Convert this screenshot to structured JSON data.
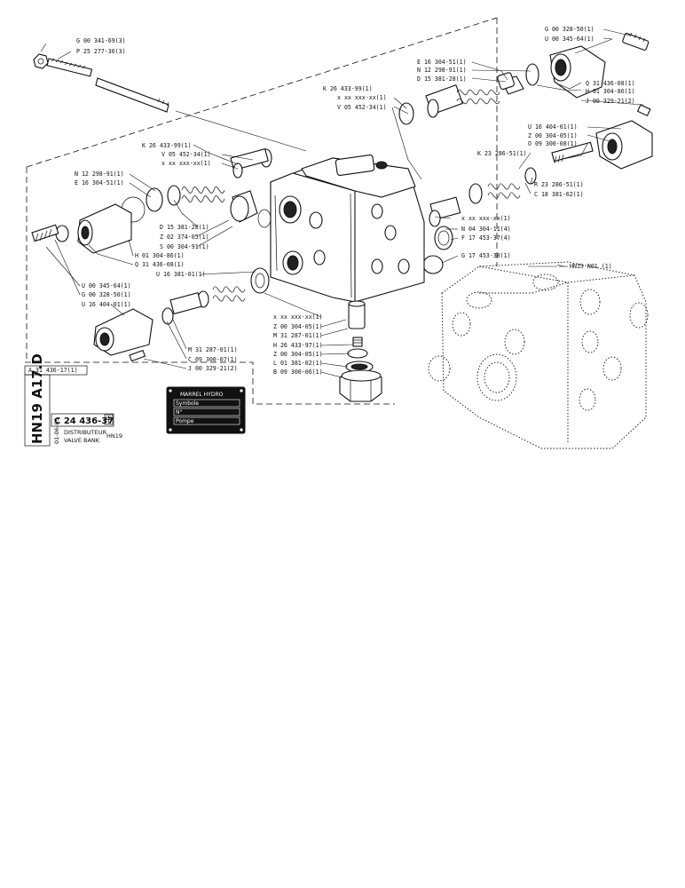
{
  "labels": {
    "g00341": "G 00 341-69(3)",
    "p25277": "P 25 277-36(3)",
    "g00328_top": "G 00 328-50(1)",
    "u00345_top": "U 00 345-64(1)",
    "e16304_top": "E 16 304-51(1)",
    "n12298_top": "N 12 298-91(1)",
    "d15381_top": "D 15 381-28(1)",
    "q31436_top": "Q 31 436-08(1)",
    "h01304_top": "H 01 304-86(1)",
    "j00329_top": "J 00 329-21(2)",
    "k26433_a": "K 26 433-99(1)",
    "xx_a": "x xx xxx-xx(1)",
    "v05452_a": "V 05 452-34(1)",
    "u16404_r": "U 16 404-01(1)",
    "z00304_r": "Z 00 304-05(1)",
    "o09300_r": "O 09 300-08(1)",
    "k23286_r": "K 23 286-51(1)",
    "r23286": "R 23 286-51(1)",
    "c18381": "C 18 381-62(1)",
    "xx_r": "x xx xxx-xx(1)",
    "n04304": "N 04 304-11(4)",
    "f17453": "F 17 453-37(4)",
    "g17453": "G 17 453-38(1)",
    "hn19n01": "HN19 N01 (1)",
    "k26433_b": "K 26 433-99(1)",
    "v05452_b": "V 05 452-34(1)",
    "xx_b": "x xx xxx-xx(1)",
    "n12298_l": "N 12 298-91(1)",
    "e16304_l": "E 16 304-51(1)",
    "d15381_l": "D 15 381-28(1)",
    "z02374": "Z 02 374-05(1)",
    "s00304": "S 00 304-91(1)",
    "h01304_l": "H 01 304-86(1)",
    "q31436_l": "Q 31 436-08(1)",
    "u16381": "U 16 381-01(1)",
    "u00345_l": "U 00 345-64(1)",
    "g00328_l": "G 00 328-50(1)",
    "u16404_l": "U 16 404-01(1)",
    "xx_c": "x xx xxx-xx(1)",
    "z00304_c": "Z 00 304-05(1)",
    "m31287_c": "M 31 287-01(1)",
    "h26433": "H 26 433-97(1)",
    "z00304_d": "Z 00 304-05(1)",
    "l01381": "L 01 381-02(1)",
    "b09300": "B 09 300-06(1)",
    "m31287_l": "M 31 287-01(1)",
    "c09300": "C 09 300-07(1)",
    "j00329_l": "J 00 329-21(2)",
    "a31436": "A 31 436-17(1)"
  },
  "title_block": {
    "vertical_code": "HN19 A17.D",
    "ref_number": "C 24 436-37",
    "date": "01-06-85",
    "line_fr": "DISTRIBUTEUR",
    "line_en": "VALVE BANK",
    "model": "HN19"
  },
  "nameplate": {
    "brand": "MARREL HYDRO",
    "row1": "Symbole",
    "row2": "N°",
    "row3": "Pompe"
  }
}
